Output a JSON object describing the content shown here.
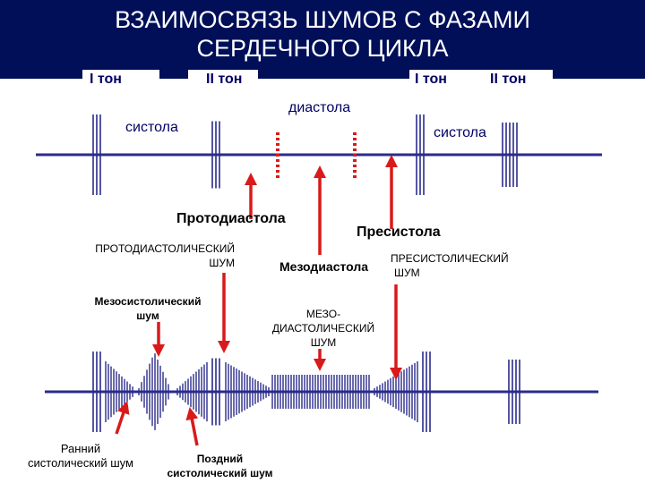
{
  "header": {
    "title_line1": "ВЗАИМОСВЯЗЬ ШУМОВ С ФАЗАМИ",
    "title_line2": "СЕРДЕЧНОГО ЦИКЛА"
  },
  "tones": {
    "t1_a": "I тон",
    "t2_a": "II тон",
    "t1_b": "I тон",
    "t2_b": "II тон"
  },
  "phases": {
    "systole_1": "систола",
    "diastole": "диастола",
    "systole_2": "систола"
  },
  "diastole_phases": {
    "proto": "Протодиастола",
    "meso": "Мезодиастола",
    "pre": "Пресистола"
  },
  "murmurs": {
    "protodiastolic_line1": "ПРОТОДИАСТОЛИЧЕСКИЙ",
    "protodiastolic_line2": "ШУМ",
    "presystolic_line1": "ПРЕСИСТОЛИЧЕСКИЙ",
    "presystolic_line2": "ШУМ",
    "mesodiastolic_line1": "МЕЗО-",
    "mesodiastolic_line2": "ДИАСТОЛИЧЕСКИЙ",
    "mesodiastolic_line3": "ШУМ",
    "mesosystolic_line1": "Мезосистолический",
    "mesosystolic_line2": "шум",
    "early_systolic_line1": "Ранний",
    "early_systolic_line2": "систолический шум",
    "late_systolic_line1": "Поздний",
    "late_systolic_line2": "систолический шум"
  },
  "colors": {
    "header_bg": "#000f58",
    "line": "#2b2b8c",
    "arrow": "#d91a1a",
    "text": "#000066"
  }
}
